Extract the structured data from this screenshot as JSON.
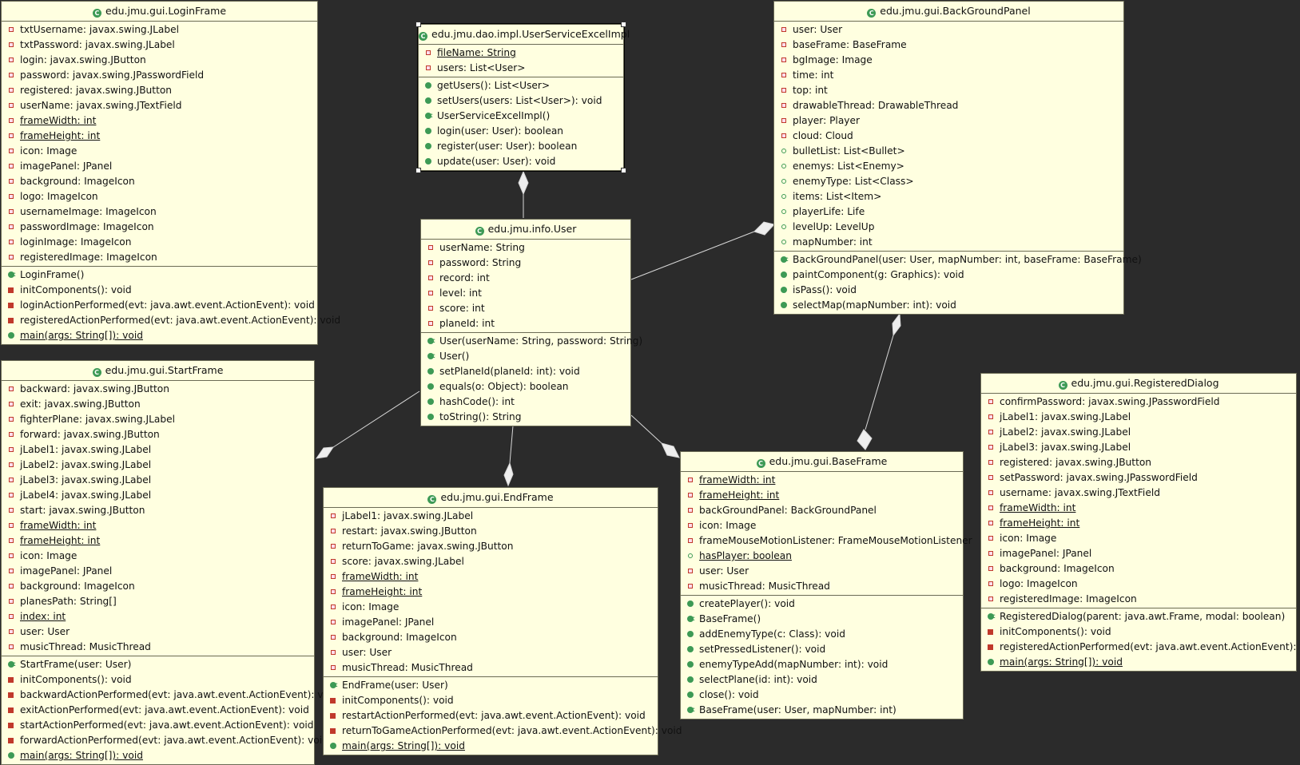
{
  "classes": [
    {
      "id": "loginframe",
      "name": "edu.jmu.gui.LoginFrame",
      "fields": [
        {
          "text": "txtUsername: javax.swing.JLabel",
          "vis": "priv"
        },
        {
          "text": "txtPassword: javax.swing.JLabel",
          "vis": "priv"
        },
        {
          "text": "login: javax.swing.JButton",
          "vis": "priv"
        },
        {
          "text": "password: javax.swing.JPasswordField",
          "vis": "priv"
        },
        {
          "text": "registered: javax.swing.JButton",
          "vis": "priv"
        },
        {
          "text": "userName: javax.swing.JTextField",
          "vis": "priv"
        },
        {
          "text": "frameWidth: int",
          "vis": "priv",
          "static": true
        },
        {
          "text": "frameHeight: int",
          "vis": "priv",
          "static": true
        },
        {
          "text": "icon: Image",
          "vis": "priv"
        },
        {
          "text": "imagePanel: JPanel",
          "vis": "priv"
        },
        {
          "text": "background: ImageIcon",
          "vis": "priv"
        },
        {
          "text": "logo: ImageIcon",
          "vis": "priv"
        },
        {
          "text": "usernameImage: ImageIcon",
          "vis": "priv"
        },
        {
          "text": "passwordImage: ImageIcon",
          "vis": "priv"
        },
        {
          "text": "loginImage: ImageIcon",
          "vis": "priv"
        },
        {
          "text": "registeredImage: ImageIcon",
          "vis": "priv"
        }
      ],
      "methods": [
        {
          "text": "LoginFrame()",
          "vis": "ctor"
        },
        {
          "text": "initComponents(): void",
          "vis": "privm"
        },
        {
          "text": "loginActionPerformed(evt: java.awt.event.ActionEvent): void",
          "vis": "privm"
        },
        {
          "text": "registeredActionPerformed(evt: java.awt.event.ActionEvent): void",
          "vis": "privm"
        },
        {
          "text": "main(args: String[]): void",
          "vis": "pub",
          "static": true
        }
      ]
    },
    {
      "id": "userservice",
      "name": "edu.jmu.dao.impl.UserServiceExcelImpl",
      "selected": true,
      "fields": [
        {
          "text": "fileName: String",
          "vis": "priv",
          "static": true
        },
        {
          "text": "users: List<User>",
          "vis": "priv"
        }
      ],
      "methods": [
        {
          "text": "getUsers(): List<User>",
          "vis": "pub"
        },
        {
          "text": "setUsers(users: List<User>): void",
          "vis": "pub"
        },
        {
          "text": "UserServiceExcelImpl()",
          "vis": "ctor"
        },
        {
          "text": "login(user: User): boolean",
          "vis": "pub"
        },
        {
          "text": "register(user: User): boolean",
          "vis": "pub"
        },
        {
          "text": "update(user: User): void",
          "vis": "pub"
        }
      ]
    },
    {
      "id": "user",
      "name": "edu.jmu.info.User",
      "fields": [
        {
          "text": "userName: String",
          "vis": "priv"
        },
        {
          "text": "password: String",
          "vis": "priv"
        },
        {
          "text": "record: int",
          "vis": "priv"
        },
        {
          "text": "level: int",
          "vis": "priv"
        },
        {
          "text": "score: int",
          "vis": "priv"
        },
        {
          "text": "planeId: int",
          "vis": "priv"
        }
      ],
      "methods": [
        {
          "text": "User(userName: String, password: String)",
          "vis": "ctor"
        },
        {
          "text": "User()",
          "vis": "ctor"
        },
        {
          "text": "setPlaneId(planeId: int): void",
          "vis": "pub"
        },
        {
          "text": "equals(o: Object): boolean",
          "vis": "pub"
        },
        {
          "text": "hashCode(): int",
          "vis": "pub"
        },
        {
          "text": "toString(): String",
          "vis": "pub"
        }
      ]
    },
    {
      "id": "bgpanel",
      "name": "edu.jmu.gui.BackGroundPanel",
      "fields": [
        {
          "text": "user: User",
          "vis": "priv"
        },
        {
          "text": "baseFrame: BaseFrame",
          "vis": "priv"
        },
        {
          "text": "bgImage: Image",
          "vis": "priv"
        },
        {
          "text": "time: int",
          "vis": "priv"
        },
        {
          "text": "top: int",
          "vis": "priv"
        },
        {
          "text": "drawableThread: DrawableThread",
          "vis": "priv"
        },
        {
          "text": "player: Player",
          "vis": "priv"
        },
        {
          "text": "cloud: Cloud",
          "vis": "priv"
        },
        {
          "text": "bulletList: List<Bullet>",
          "vis": "pubf"
        },
        {
          "text": "enemys: List<Enemy>",
          "vis": "pubf"
        },
        {
          "text": "enemyType: List<Class>",
          "vis": "pubf"
        },
        {
          "text": "items: List<Item>",
          "vis": "pubf"
        },
        {
          "text": "playerLife: Life",
          "vis": "pubf"
        },
        {
          "text": "levelUp: LevelUp",
          "vis": "pubf"
        },
        {
          "text": "mapNumber: int",
          "vis": "pubf"
        }
      ],
      "methods": [
        {
          "text": "BackGroundPanel(user: User, mapNumber: int, baseFrame: BaseFrame)",
          "vis": "ctor"
        },
        {
          "text": "paintComponent(g: Graphics): void",
          "vis": "pub"
        },
        {
          "text": "isPass(): void",
          "vis": "pub"
        },
        {
          "text": "selectMap(mapNumber: int): void",
          "vis": "pub"
        }
      ]
    },
    {
      "id": "startframe",
      "name": "edu.jmu.gui.StartFrame",
      "fields": [
        {
          "text": "backward: javax.swing.JButton",
          "vis": "priv"
        },
        {
          "text": "exit: javax.swing.JButton",
          "vis": "priv"
        },
        {
          "text": "fighterPlane: javax.swing.JLabel",
          "vis": "priv"
        },
        {
          "text": "forward: javax.swing.JButton",
          "vis": "priv"
        },
        {
          "text": "jLabel1: javax.swing.JLabel",
          "vis": "priv"
        },
        {
          "text": "jLabel2: javax.swing.JLabel",
          "vis": "priv"
        },
        {
          "text": "jLabel3: javax.swing.JLabel",
          "vis": "priv"
        },
        {
          "text": "jLabel4: javax.swing.JLabel",
          "vis": "priv"
        },
        {
          "text": "start: javax.swing.JButton",
          "vis": "priv"
        },
        {
          "text": "frameWidth: int",
          "vis": "priv",
          "static": true
        },
        {
          "text": "frameHeight: int",
          "vis": "priv",
          "static": true
        },
        {
          "text": "icon: Image",
          "vis": "priv"
        },
        {
          "text": "imagePanel: JPanel",
          "vis": "priv"
        },
        {
          "text": "background: ImageIcon",
          "vis": "priv"
        },
        {
          "text": "planesPath: String[]",
          "vis": "priv"
        },
        {
          "text": "index: int",
          "vis": "priv",
          "static": true
        },
        {
          "text": "user: User",
          "vis": "priv"
        },
        {
          "text": "musicThread: MusicThread",
          "vis": "priv"
        }
      ],
      "methods": [
        {
          "text": "StartFrame(user: User)",
          "vis": "ctor"
        },
        {
          "text": "initComponents(): void",
          "vis": "privm"
        },
        {
          "text": "backwardActionPerformed(evt: java.awt.event.ActionEvent): void",
          "vis": "privm"
        },
        {
          "text": "exitActionPerformed(evt: java.awt.event.ActionEvent): void",
          "vis": "privm"
        },
        {
          "text": "startActionPerformed(evt: java.awt.event.ActionEvent): void",
          "vis": "privm"
        },
        {
          "text": "forwardActionPerformed(evt: java.awt.event.ActionEvent): void",
          "vis": "privm"
        },
        {
          "text": "main(args: String[]): void",
          "vis": "pub",
          "static": true
        }
      ]
    },
    {
      "id": "endframe",
      "name": "edu.jmu.gui.EndFrame",
      "fields": [
        {
          "text": "jLabel1: javax.swing.JLabel",
          "vis": "priv"
        },
        {
          "text": "restart: javax.swing.JButton",
          "vis": "priv"
        },
        {
          "text": "returnToGame: javax.swing.JButton",
          "vis": "priv"
        },
        {
          "text": "score: javax.swing.JLabel",
          "vis": "priv"
        },
        {
          "text": "frameWidth: int",
          "vis": "priv",
          "static": true
        },
        {
          "text": "frameHeight: int",
          "vis": "priv",
          "static": true
        },
        {
          "text": "icon: Image",
          "vis": "priv"
        },
        {
          "text": "imagePanel: JPanel",
          "vis": "priv"
        },
        {
          "text": "background: ImageIcon",
          "vis": "priv"
        },
        {
          "text": "user: User",
          "vis": "priv"
        },
        {
          "text": "musicThread: MusicThread",
          "vis": "priv"
        }
      ],
      "methods": [
        {
          "text": "EndFrame(user: User)",
          "vis": "ctor"
        },
        {
          "text": "initComponents(): void",
          "vis": "privm"
        },
        {
          "text": "restartActionPerformed(evt: java.awt.event.ActionEvent): void",
          "vis": "privm"
        },
        {
          "text": "returnToGameActionPerformed(evt: java.awt.event.ActionEvent): void",
          "vis": "privm"
        },
        {
          "text": "main(args: String[]): void",
          "vis": "pub",
          "static": true
        }
      ]
    },
    {
      "id": "baseframe",
      "name": "edu.jmu.gui.BaseFrame",
      "fields": [
        {
          "text": "frameWidth: int",
          "vis": "priv",
          "static": true
        },
        {
          "text": "frameHeight: int",
          "vis": "priv",
          "static": true
        },
        {
          "text": "backGroundPanel: BackGroundPanel",
          "vis": "priv"
        },
        {
          "text": "icon: Image",
          "vis": "priv"
        },
        {
          "text": "frameMouseMotionListener: FrameMouseMotionListener",
          "vis": "priv"
        },
        {
          "text": "hasPlayer: boolean",
          "vis": "pubf",
          "static": true
        },
        {
          "text": "user: User",
          "vis": "priv"
        },
        {
          "text": "musicThread: MusicThread",
          "vis": "priv"
        }
      ],
      "methods": [
        {
          "text": "createPlayer(): void",
          "vis": "pub"
        },
        {
          "text": "BaseFrame()",
          "vis": "ctor"
        },
        {
          "text": "addEnemyType(c: Class): void",
          "vis": "pub"
        },
        {
          "text": "setPressedListener(): void",
          "vis": "pub"
        },
        {
          "text": "enemyTypeAdd(mapNumber: int): void",
          "vis": "pub"
        },
        {
          "text": "selectPlane(id: int): void",
          "vis": "pub"
        },
        {
          "text": "close(): void",
          "vis": "pub"
        },
        {
          "text": "BaseFrame(user: User, mapNumber: int)",
          "vis": "ctor"
        }
      ]
    },
    {
      "id": "regdialog",
      "name": "edu.jmu.gui.RegisteredDialog",
      "fields": [
        {
          "text": "confirmPassword: javax.swing.JPasswordField",
          "vis": "priv"
        },
        {
          "text": "jLabel1: javax.swing.JLabel",
          "vis": "priv"
        },
        {
          "text": "jLabel2: javax.swing.JLabel",
          "vis": "priv"
        },
        {
          "text": "jLabel3: javax.swing.JLabel",
          "vis": "priv"
        },
        {
          "text": "registered: javax.swing.JButton",
          "vis": "priv"
        },
        {
          "text": "setPassword: javax.swing.JPasswordField",
          "vis": "priv"
        },
        {
          "text": "username: javax.swing.JTextField",
          "vis": "priv"
        },
        {
          "text": "frameWidth: int",
          "vis": "priv",
          "static": true
        },
        {
          "text": "frameHeight: int",
          "vis": "priv",
          "static": true
        },
        {
          "text": "icon: Image",
          "vis": "priv"
        },
        {
          "text": "imagePanel: JPanel",
          "vis": "priv"
        },
        {
          "text": "background: ImageIcon",
          "vis": "priv"
        },
        {
          "text": "logo: ImageIcon",
          "vis": "priv"
        },
        {
          "text": "registeredImage: ImageIcon",
          "vis": "priv"
        }
      ],
      "methods": [
        {
          "text": "RegisteredDialog(parent: java.awt.Frame, modal: boolean)",
          "vis": "ctor"
        },
        {
          "text": "initComponents(): void",
          "vis": "privm"
        },
        {
          "text": "registeredActionPerformed(evt: java.awt.event.ActionEvent): void",
          "vis": "privm"
        },
        {
          "text": "main(args: String[]): void",
          "vis": "pub",
          "static": true
        }
      ]
    }
  ],
  "colors": {
    "background": "#2b2b2b",
    "class_fill": "#ffffe0",
    "public_icon": "#3d9a55",
    "private_icon": "#c0392b",
    "connector": "#e0e0e0"
  }
}
